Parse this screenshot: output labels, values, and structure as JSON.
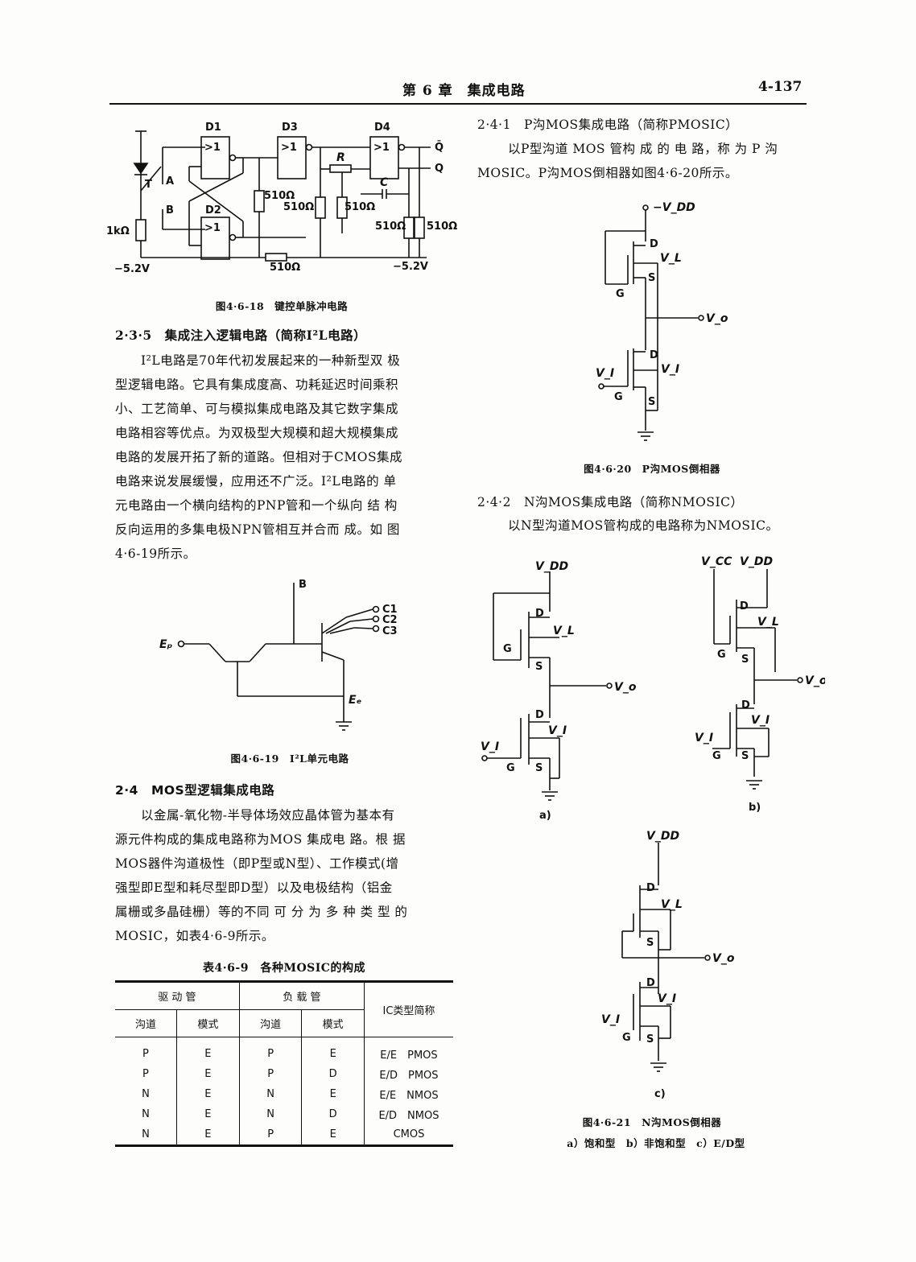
{
  "header": {
    "chapter_title": "第 6 章　集成电路",
    "page_number": "4-137"
  },
  "figures": {
    "fig_18": {
      "caption": "图4·6-18　键控单脉冲电路",
      "labels": {
        "d1": "D1",
        "d2": "D2",
        "d3": "D3",
        "d4": "D4",
        "gate": ">1",
        "t": "T",
        "a": "A",
        "b": "B",
        "r": "R",
        "c": "C",
        "q_bar": "Q̄",
        "q": "Q",
        "r1k": "1kΩ",
        "r510": "510Ω",
        "vneg_left": "−5.2V",
        "vneg_right": "−5.2V"
      }
    },
    "fig_19": {
      "caption": "图4·6-19　I²L单元电路",
      "labels": {
        "b": "B",
        "c1": "C1",
        "c2": "C2",
        "c3": "C3",
        "ep": "Eₚ",
        "ee": "Eₑ"
      }
    },
    "fig_20": {
      "caption": "图4·6·20　P沟MOS倒相器",
      "labels": {
        "vdd": "−V_DD",
        "d": "D",
        "s": "S",
        "g": "G",
        "vl": "V_L",
        "vi": "V_I",
        "vo": "V_o"
      }
    },
    "fig_21": {
      "caption": "图4·6-21　N沟MOS倒相器",
      "subcaption": "a）饱和型　b）非饱和型　c）E/D型",
      "panel_labels": [
        "a)",
        "b)",
        "c)"
      ],
      "labels": {
        "vdd": "V_DD",
        "vcc": "V_CC",
        "d": "D",
        "s": "S",
        "g": "G",
        "vl": "V_L",
        "vi": "V_I",
        "vo": "V_o"
      }
    }
  },
  "sections": {
    "s235": {
      "heading": "2·3·5　集成注入逻辑电路（简称I²L电路）",
      "body": [
        "I²L电路是70年代初发展起来的一种新型双 极",
        "型逻辑电路。它具有集成度高、功耗延迟时间乘积",
        "小、工艺简单、可与模拟集成电路及其它数字集成",
        "电路相容等优点。为双极型大规模和超大规模集成",
        "电路的发展开拓了新的道路。但相对于CMOS集成",
        "电路来说发展缓慢，应用还不广泛。I²L电路的 单",
        "元电路由一个横向结构的PNP管和一个纵向 结 构",
        "反向运用的多集电极NPN管相互并合而 成。如 图",
        "4·6-19所示。"
      ]
    },
    "s24": {
      "heading": "2·4　MOS型逻辑集成电路",
      "body": [
        "以金属-氧化物-半导体场效应晶体管为基本有",
        "源元件构成的集成电路称为MOS 集成电 路。根 据",
        "MOS器件沟道极性（即P型或N型）、工作模式(增",
        "强型即E型和耗尽型即D型）以及电极结构（铝金",
        "属栅或多晶硅栅）等的不同 可 分 为 多 种 类 型 的",
        "MOSIC，如表4·6-9所示。"
      ]
    },
    "s241": {
      "heading": "2·4·1　P沟MOS集成电路（简称PMOSIC）",
      "body": [
        "以P型沟道 MOS 管构 成 的 电 路，称 为 P 沟",
        "MOSIC。P沟MOS倒相器如图4·6-20所示。"
      ]
    },
    "s242": {
      "heading": "2·4·2　N沟MOS集成电路（简称NMOSIC）",
      "body": [
        "以N型沟道MOS管构成的电路称为NMOSIC。"
      ]
    }
  },
  "table": {
    "title": "表4·6-9　各种MOSIC的构成",
    "group_headers": [
      "驱 动 管",
      "负 载 管",
      "IC类型简称"
    ],
    "sub_headers": [
      "沟道",
      "模式",
      "沟道",
      "模式"
    ],
    "rows": [
      [
        "P",
        "E",
        "P",
        "E",
        "E/E　PMOS"
      ],
      [
        "P",
        "E",
        "P",
        "D",
        "E/D　PMOS"
      ],
      [
        "N",
        "E",
        "N",
        "E",
        "E/E　NMOS"
      ],
      [
        "N",
        "E",
        "N",
        "D",
        "E/D　NMOS"
      ],
      [
        "N",
        "E",
        "P",
        "E",
        "CMOS"
      ]
    ]
  }
}
